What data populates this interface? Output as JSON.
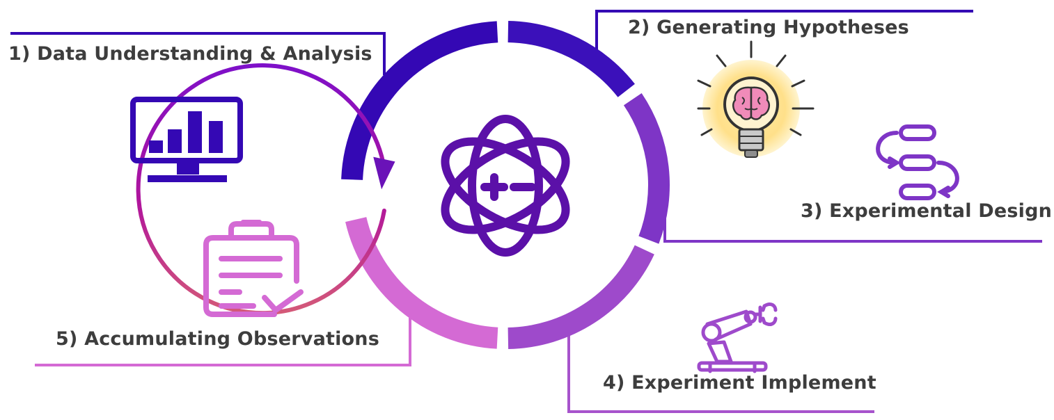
{
  "steps": [
    {
      "id": 1,
      "label": "1) Data Understanding & Analysis",
      "icon": "monitor-chart-icon",
      "color": "#3408B4"
    },
    {
      "id": 2,
      "label": "2) Generating Hypotheses",
      "icon": "lightbulb-brain-icon",
      "color": "#3B10BA"
    },
    {
      "id": 3,
      "label": "3) Experimental Design",
      "icon": "flow-loop-icon",
      "color": "#7E35C6"
    },
    {
      "id": 4,
      "label": "4) Experiment Implement",
      "icon": "robot-arm-icon",
      "color": "#9E4ACB"
    },
    {
      "id": 5,
      "label": "5) Accumulating Observations",
      "icon": "clipboard-check-icon",
      "color": "#D46AD4"
    }
  ],
  "center": {
    "icon": "atom-plus-minus-icon",
    "color": "#5B10A8"
  },
  "colors": {
    "ring_inner_start": "#8A14C9",
    "ring_inner_end": "#D2557A",
    "text": "#3D3D3D"
  }
}
